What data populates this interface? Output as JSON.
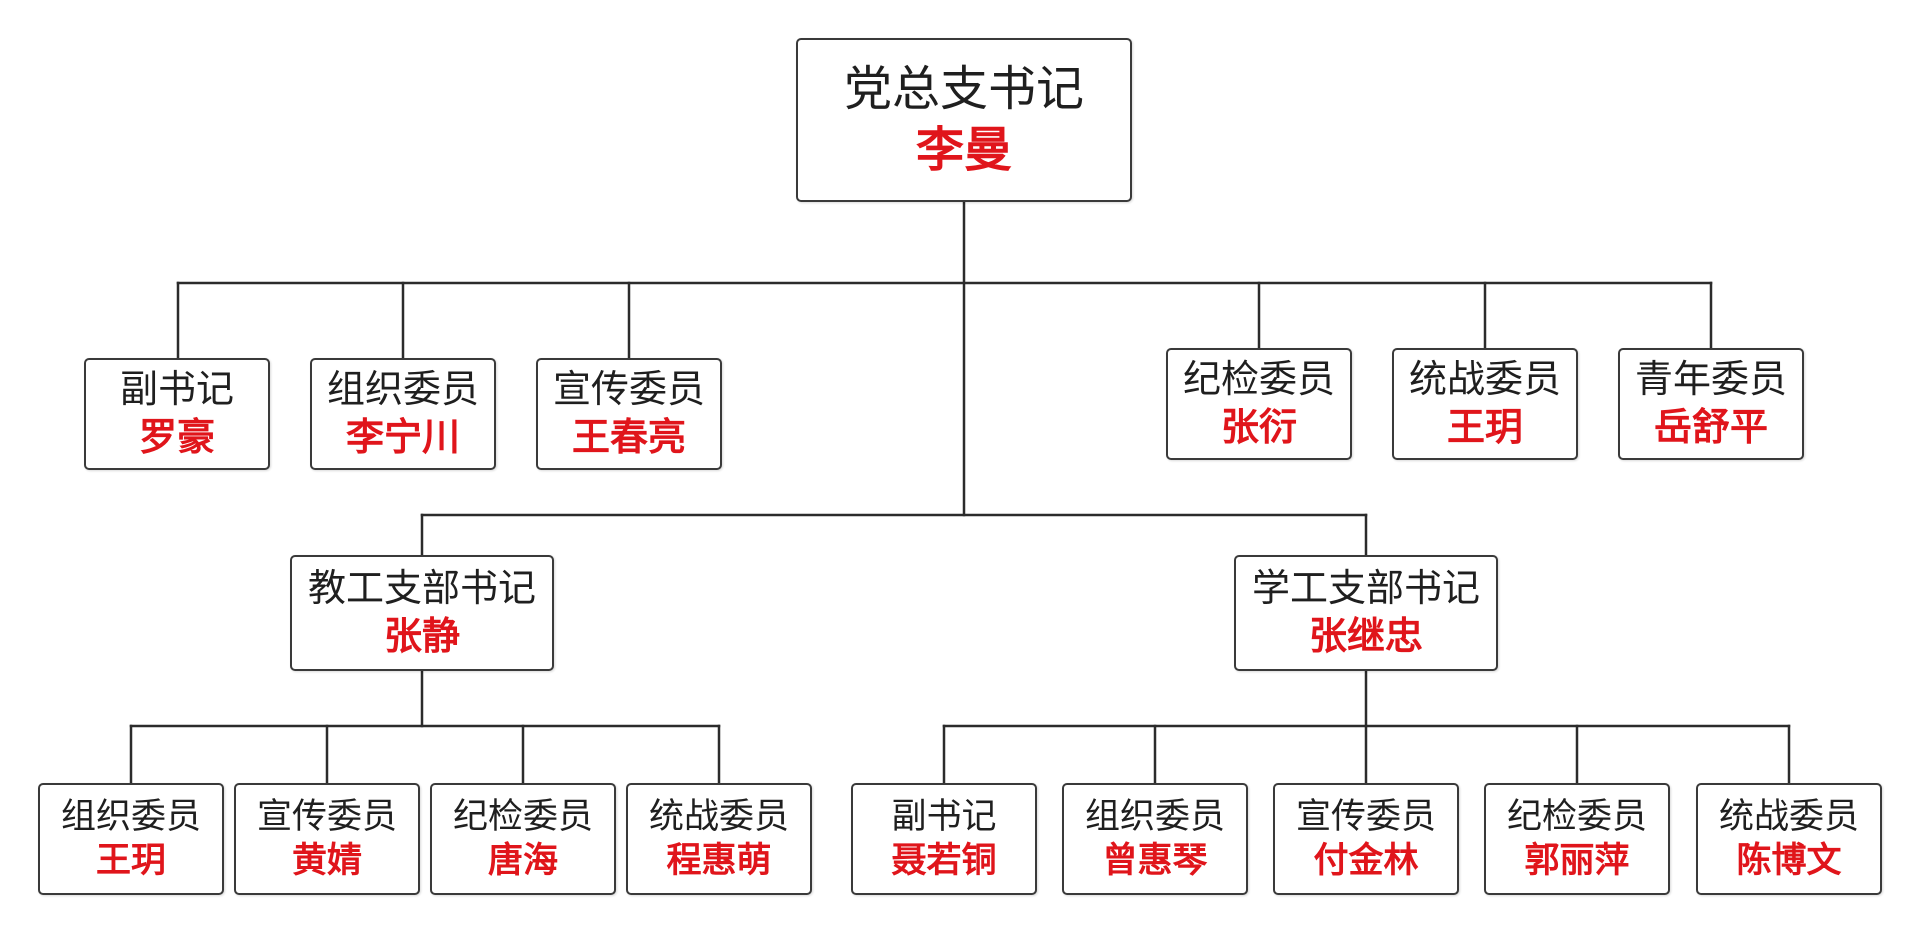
{
  "root": {
    "role": "党总支书记",
    "name": "李曼"
  },
  "committee": [
    {
      "role": "副书记",
      "name": "罗豪"
    },
    {
      "role": "组织委员",
      "name": "李宁川"
    },
    {
      "role": "宣传委员",
      "name": "王春亮"
    },
    {
      "role": "纪检委员",
      "name": "张衍"
    },
    {
      "role": "统战委员",
      "name": "王玥"
    },
    {
      "role": "青年委员",
      "name": "岳舒平"
    }
  ],
  "branches": [
    {
      "role": "教工支部书记",
      "name": "张静",
      "members": [
        {
          "role": "组织委员",
          "name": "王玥"
        },
        {
          "role": "宣传委员",
          "name": "黄婧"
        },
        {
          "role": "纪检委员",
          "name": "唐海"
        },
        {
          "role": "统战委员",
          "name": "程惠萌"
        }
      ]
    },
    {
      "role": "学工支部书记",
      "name": "张继忠",
      "members": [
        {
          "role": "副书记",
          "name": "聂若铜"
        },
        {
          "role": "组织委员",
          "name": "曾惠琴"
        },
        {
          "role": "宣传委员",
          "name": "付金林"
        },
        {
          "role": "纪检委员",
          "name": "郭丽萍"
        },
        {
          "role": "统战委员",
          "name": "陈博文"
        }
      ]
    }
  ]
}
